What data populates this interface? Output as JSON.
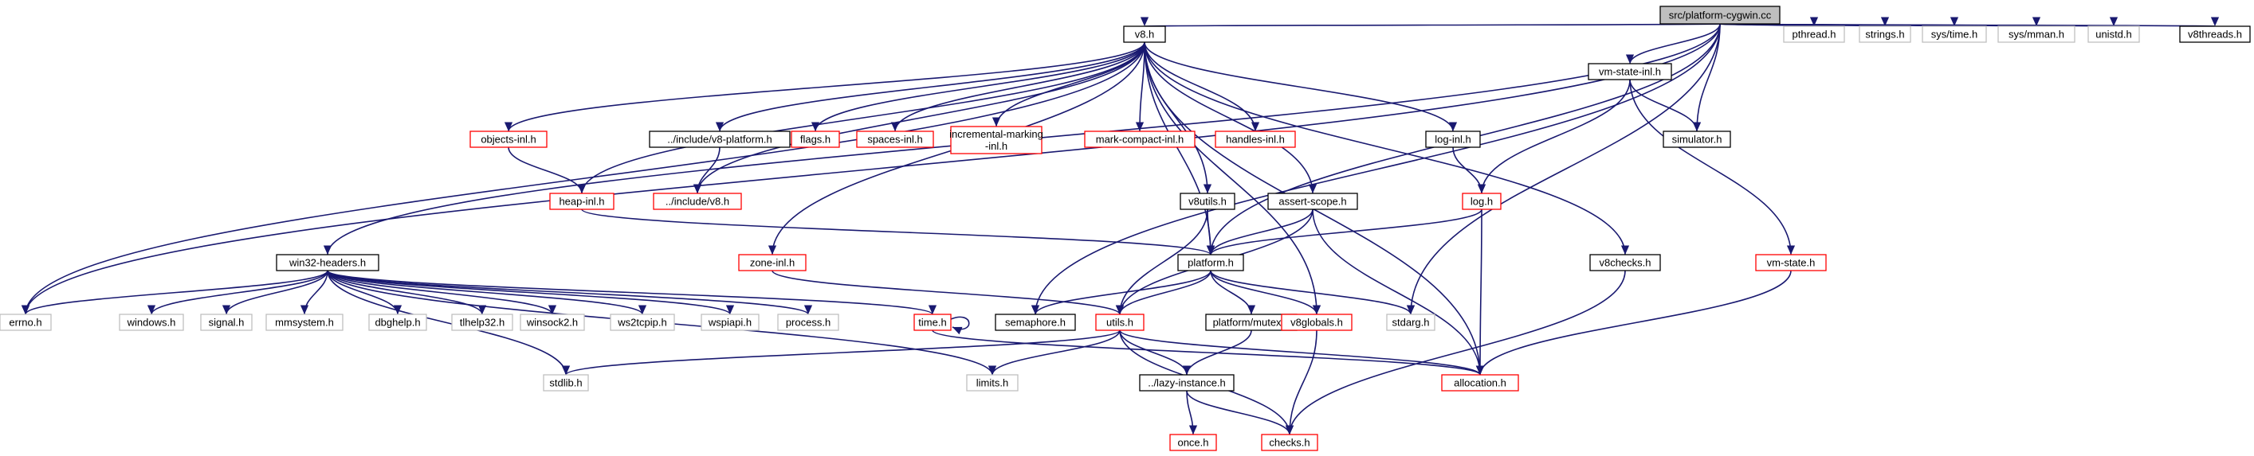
{
  "colors": {
    "edge": "#191970",
    "border_normal": "#000000",
    "border_truncated": "#ff0000",
    "border_system": "#bfbfbf",
    "root_fill": "#bfbfbf",
    "node_fill": "#ffffff"
  },
  "nodes": [
    {
      "id": "root",
      "label": "src/platform-cygwin.cc",
      "kind": "root"
    },
    {
      "id": "v8h",
      "label": "v8.h",
      "kind": "normal"
    },
    {
      "id": "vmstateinl",
      "label": "vm-state-inl.h",
      "kind": "normal"
    },
    {
      "id": "pthread",
      "label": "pthread.h",
      "kind": "system"
    },
    {
      "id": "strings",
      "label": "strings.h",
      "kind": "system"
    },
    {
      "id": "systime",
      "label": "sys/time.h",
      "kind": "system"
    },
    {
      "id": "sysmman",
      "label": "sys/mman.h",
      "kind": "system"
    },
    {
      "id": "unistd",
      "label": "unistd.h",
      "kind": "system"
    },
    {
      "id": "v8threads",
      "label": "v8threads.h",
      "kind": "normal"
    },
    {
      "id": "objectsinl",
      "label": "objects-inl.h",
      "kind": "truncated"
    },
    {
      "id": "incv8platform",
      "label": "../include/v8-platform.h",
      "kind": "normal"
    },
    {
      "id": "flags",
      "label": "flags.h",
      "kind": "truncated"
    },
    {
      "id": "spacesinl",
      "label": "spaces-inl.h",
      "kind": "truncated"
    },
    {
      "id": "incmarking",
      "label": "incremental-marking\n-inl.h",
      "kind": "truncated"
    },
    {
      "id": "markcompact",
      "label": "mark-compact-inl.h",
      "kind": "truncated"
    },
    {
      "id": "handlesinl",
      "label": "handles-inl.h",
      "kind": "truncated"
    },
    {
      "id": "loginl",
      "label": "log-inl.h",
      "kind": "normal"
    },
    {
      "id": "simulator",
      "label": "simulator.h",
      "kind": "normal"
    },
    {
      "id": "heapinl",
      "label": "heap-inl.h",
      "kind": "truncated"
    },
    {
      "id": "incv8",
      "label": "../include/v8.h",
      "kind": "truncated"
    },
    {
      "id": "v8utils",
      "label": "v8utils.h",
      "kind": "normal"
    },
    {
      "id": "assertscope",
      "label": "assert-scope.h",
      "kind": "normal"
    },
    {
      "id": "logh",
      "label": "log.h",
      "kind": "truncated"
    },
    {
      "id": "win32headers",
      "label": "win32-headers.h",
      "kind": "normal"
    },
    {
      "id": "zoneinl",
      "label": "zone-inl.h",
      "kind": "truncated"
    },
    {
      "id": "platformh",
      "label": "platform.h",
      "kind": "normal"
    },
    {
      "id": "v8checks",
      "label": "v8checks.h",
      "kind": "normal"
    },
    {
      "id": "vmstate",
      "label": "vm-state.h",
      "kind": "truncated"
    },
    {
      "id": "errno",
      "label": "errno.h",
      "kind": "system"
    },
    {
      "id": "windows",
      "label": "windows.h",
      "kind": "system"
    },
    {
      "id": "signal",
      "label": "signal.h",
      "kind": "system"
    },
    {
      "id": "mmsystem",
      "label": "mmsystem.h",
      "kind": "system"
    },
    {
      "id": "dbghelp",
      "label": "dbghelp.h",
      "kind": "system"
    },
    {
      "id": "tlhelp32",
      "label": "tlhelp32.h",
      "kind": "system"
    },
    {
      "id": "winsock2",
      "label": "winsock2.h",
      "kind": "system"
    },
    {
      "id": "ws2tcpip",
      "label": "ws2tcpip.h",
      "kind": "system"
    },
    {
      "id": "wspiapi",
      "label": "wspiapi.h",
      "kind": "system"
    },
    {
      "id": "process",
      "label": "process.h",
      "kind": "system"
    },
    {
      "id": "timeh",
      "label": "time.h",
      "kind": "truncated"
    },
    {
      "id": "semaphore",
      "label": "semaphore.h",
      "kind": "normal"
    },
    {
      "id": "utils",
      "label": "utils.h",
      "kind": "truncated"
    },
    {
      "id": "mutex",
      "label": "platform/mutex.h",
      "kind": "normal"
    },
    {
      "id": "v8globals",
      "label": "v8globals.h",
      "kind": "truncated"
    },
    {
      "id": "stdarg",
      "label": "stdarg.h",
      "kind": "system"
    },
    {
      "id": "stdlib",
      "label": "stdlib.h",
      "kind": "system"
    },
    {
      "id": "limits",
      "label": "limits.h",
      "kind": "system"
    },
    {
      "id": "lazyinstance",
      "label": "../lazy-instance.h",
      "kind": "normal"
    },
    {
      "id": "allocation",
      "label": "allocation.h",
      "kind": "truncated"
    },
    {
      "id": "once",
      "label": "once.h",
      "kind": "truncated"
    },
    {
      "id": "checks",
      "label": "checks.h",
      "kind": "truncated"
    }
  ],
  "edges": [
    [
      "root",
      "v8h"
    ],
    [
      "root",
      "vmstateinl"
    ],
    [
      "root",
      "pthread"
    ],
    [
      "root",
      "strings"
    ],
    [
      "root",
      "systime"
    ],
    [
      "root",
      "sysmman"
    ],
    [
      "root",
      "unistd"
    ],
    [
      "root",
      "v8threads"
    ],
    [
      "root",
      "simulator"
    ],
    [
      "root",
      "stdarg"
    ],
    [
      "root",
      "errno"
    ],
    [
      "root",
      "win32headers"
    ],
    [
      "root",
      "platformh"
    ],
    [
      "root",
      "semaphore"
    ],
    [
      "v8h",
      "objectsinl"
    ],
    [
      "v8h",
      "incv8platform"
    ],
    [
      "v8h",
      "flags"
    ],
    [
      "v8h",
      "spacesinl"
    ],
    [
      "v8h",
      "incmarking"
    ],
    [
      "v8h",
      "markcompact"
    ],
    [
      "v8h",
      "handlesinl"
    ],
    [
      "v8h",
      "loginl"
    ],
    [
      "v8h",
      "heapinl"
    ],
    [
      "v8h",
      "incv8"
    ],
    [
      "v8h",
      "v8utils"
    ],
    [
      "v8h",
      "assertscope"
    ],
    [
      "v8h",
      "v8checks"
    ],
    [
      "v8h",
      "v8globals"
    ],
    [
      "v8h",
      "allocation"
    ],
    [
      "v8h",
      "zoneinl"
    ],
    [
      "v8h",
      "errno"
    ],
    [
      "v8h",
      "platformh"
    ],
    [
      "vmstateinl",
      "simulator"
    ],
    [
      "vmstateinl",
      "logh"
    ],
    [
      "vmstateinl",
      "vmstate"
    ],
    [
      "objectsinl",
      "heapinl"
    ],
    [
      "incv8platform",
      "incv8"
    ],
    [
      "heapinl",
      "platformh"
    ],
    [
      "loginl",
      "logh"
    ],
    [
      "logh",
      "platformh"
    ],
    [
      "logh",
      "allocation"
    ],
    [
      "v8utils",
      "platformh"
    ],
    [
      "v8utils",
      "utils"
    ],
    [
      "assertscope",
      "platformh"
    ],
    [
      "assertscope",
      "utils"
    ],
    [
      "assertscope",
      "allocation"
    ],
    [
      "zoneinl",
      "utils"
    ],
    [
      "win32headers",
      "errno"
    ],
    [
      "win32headers",
      "windows"
    ],
    [
      "win32headers",
      "signal"
    ],
    [
      "win32headers",
      "mmsystem"
    ],
    [
      "win32headers",
      "dbghelp"
    ],
    [
      "win32headers",
      "tlhelp32"
    ],
    [
      "win32headers",
      "winsock2"
    ],
    [
      "win32headers",
      "ws2tcpip"
    ],
    [
      "win32headers",
      "wspiapi"
    ],
    [
      "win32headers",
      "process"
    ],
    [
      "win32headers",
      "timeh"
    ],
    [
      "win32headers",
      "stdlib"
    ],
    [
      "win32headers",
      "limits"
    ],
    [
      "platformh",
      "semaphore"
    ],
    [
      "platformh",
      "utils"
    ],
    [
      "platformh",
      "mutex"
    ],
    [
      "platformh",
      "v8globals"
    ],
    [
      "platformh",
      "stdarg"
    ],
    [
      "timeh",
      "timeh"
    ],
    [
      "timeh",
      "allocation"
    ],
    [
      "utils",
      "stdlib"
    ],
    [
      "utils",
      "limits"
    ],
    [
      "utils",
      "lazyinstance"
    ],
    [
      "utils",
      "allocation"
    ],
    [
      "utils",
      "checks"
    ],
    [
      "mutex",
      "lazyinstance"
    ],
    [
      "v8globals",
      "checks"
    ],
    [
      "lazyinstance",
      "once"
    ],
    [
      "lazyinstance",
      "checks"
    ],
    [
      "v8checks",
      "checks"
    ],
    [
      "vmstate",
      "allocation"
    ]
  ]
}
